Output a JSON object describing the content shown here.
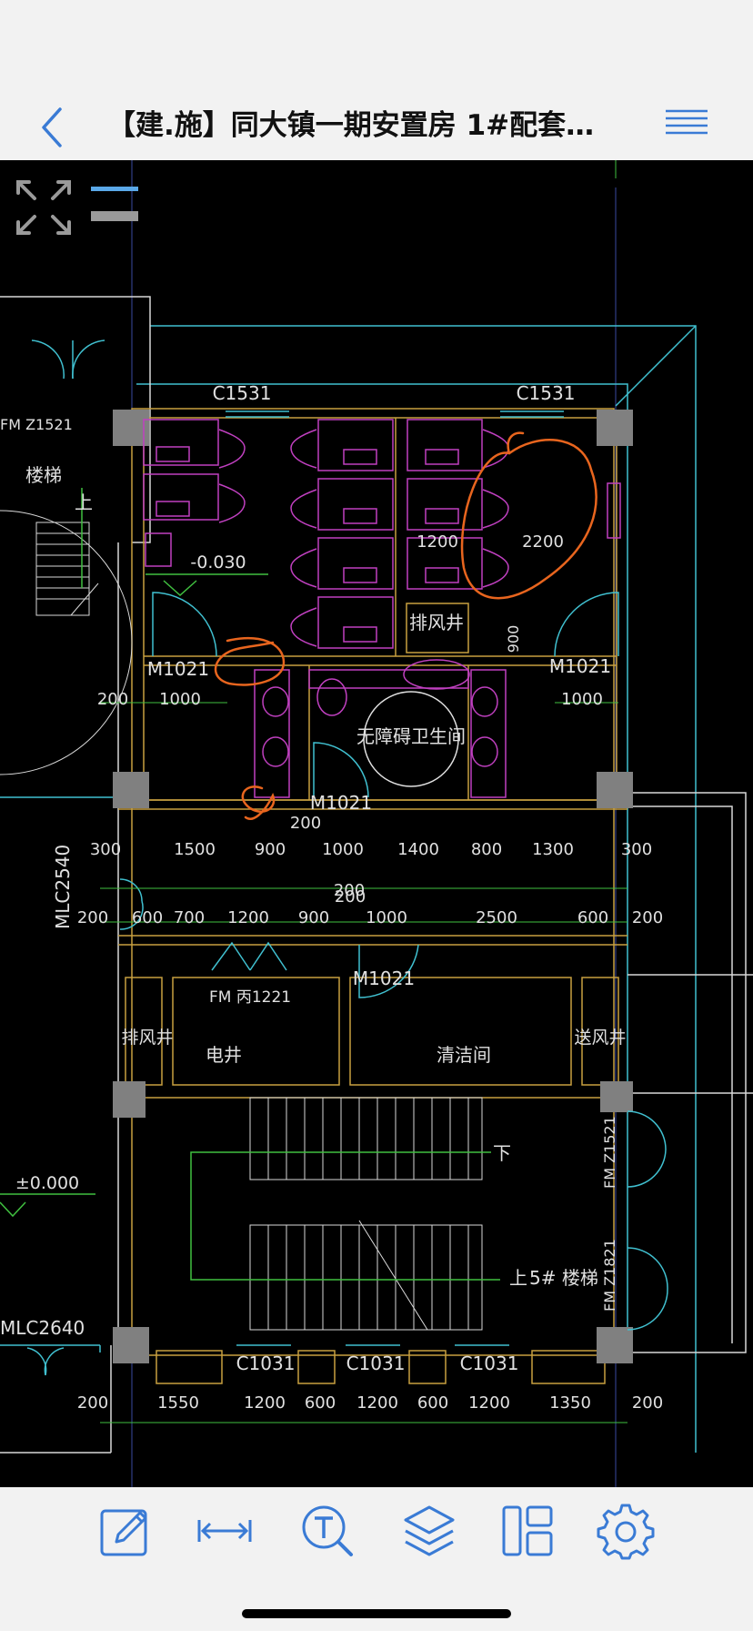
{
  "nav": {
    "title": "【建.施】同大镇一期安置房 1#配套…"
  },
  "drawing": {
    "windows": [
      "C1531",
      "C1531",
      "C1031",
      "C1031",
      "C1031"
    ],
    "doors": [
      "M1021",
      "M1021",
      "M1021",
      "M1021",
      "FM Z1521",
      "FM 丙1221",
      "FM Z1521",
      "FM Z1821",
      "MLC2540",
      "MLC2640"
    ],
    "rooms": [
      "排风井",
      "无障碍卫生间",
      "电井",
      "清洁间",
      "排风井",
      "送风井",
      "楼梯",
      "5# 楼梯"
    ],
    "levels": [
      "-0.030",
      "±0.000"
    ],
    "stair_labels": [
      "上",
      "下",
      "上"
    ],
    "marks": [
      "1200",
      "2200",
      "1000",
      "1000",
      "200",
      "200",
      "200",
      "900"
    ],
    "dim_row1": [
      "300",
      "1500",
      "900",
      "1000",
      "1400",
      "800",
      "1300",
      "300"
    ],
    "dim_row2": [
      "200",
      "600",
      "700",
      "1200",
      "900",
      "1000",
      "2500",
      "600",
      "200"
    ],
    "dim_row3": [
      "200",
      "1550",
      "1200",
      "600",
      "1200",
      "600",
      "1200",
      "1350",
      "200"
    ],
    "top_mid": "200"
  },
  "toolbar": {
    "items": [
      "edit-icon",
      "measure-icon",
      "text-search-icon",
      "layers-icon",
      "layout-icon",
      "settings-icon"
    ]
  },
  "colors": {
    "accent": "#3a7bd5",
    "cad_yellow": "#c8a040",
    "cad_magenta": "#c040c0",
    "cad_cyan": "#40c0d0",
    "cad_green": "#40c040",
    "markup_orange": "#e8651e"
  }
}
